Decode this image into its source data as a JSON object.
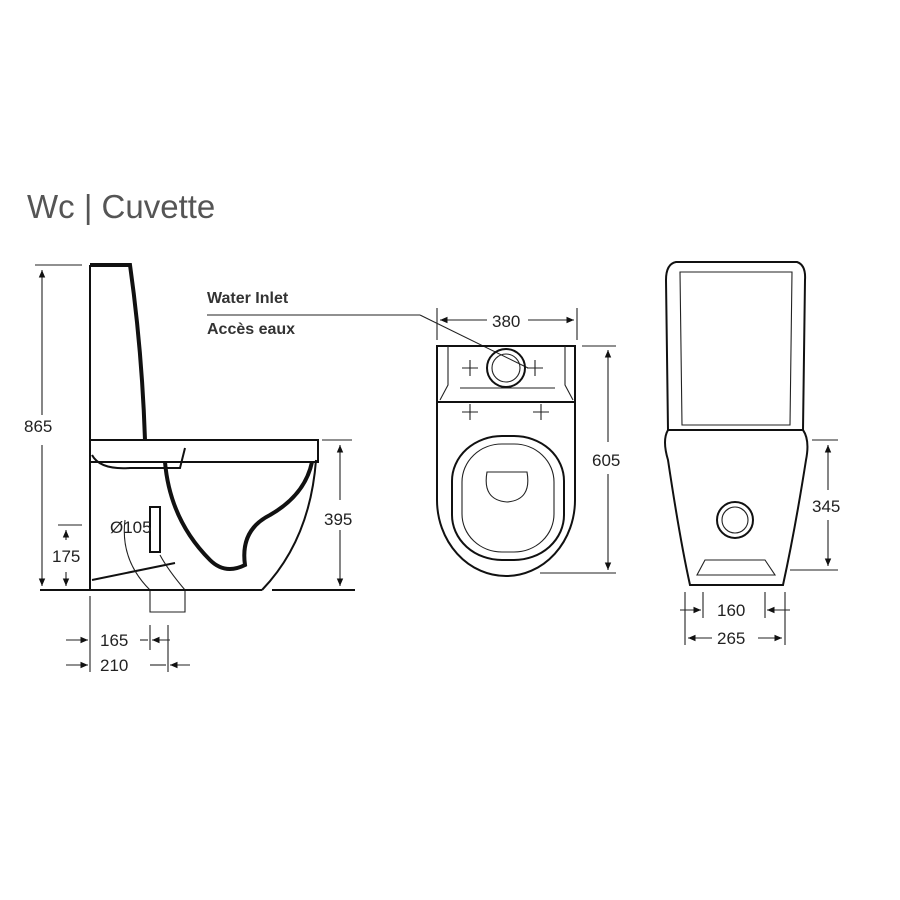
{
  "title": "Wc | Cuvette",
  "water_inlet": {
    "label_en": "Water Inlet",
    "label_fr": "Accès eaux"
  },
  "side_view": {
    "height_total": "865",
    "rim_height": "395",
    "outlet_height": "175",
    "outlet_diameter": "Ø105",
    "outlet_offset_min": "165",
    "outlet_offset_max": "210"
  },
  "front_view": {
    "width": "380",
    "depth": "605"
  },
  "rear_view": {
    "body_height": "345",
    "base_width_inner": "160",
    "base_width_outer": "265"
  }
}
